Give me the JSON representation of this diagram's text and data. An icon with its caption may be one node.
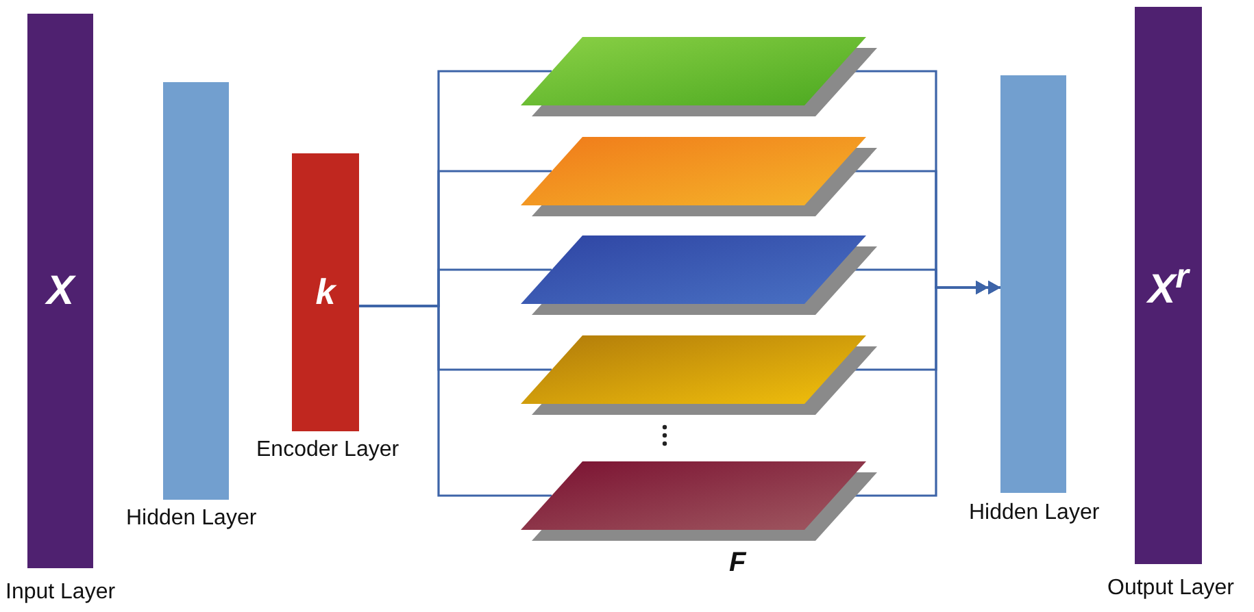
{
  "diagram": {
    "nodes": [
      {
        "text": [
          "X"
        ],
        "beside": [
          "Input Layer"
        ]
      },
      {
        "text": [],
        "shape": "bar",
        "beside": [
          "Hidden Layer"
        ]
      },
      {
        "text": [
          "k"
        ],
        "beside": [
          "Encoder Layer"
        ]
      },
      {
        "text": [],
        "shape": "parallelogram"
      },
      {
        "text": [],
        "shape": "parallelogram"
      },
      {
        "text": [],
        "shape": "parallelogram"
      },
      {
        "text": [],
        "shape": "parallelogram"
      },
      {
        "text": [],
        "shape": "parallelogram"
      },
      {
        "text": [],
        "shape": "bar",
        "beside": [
          "Hidden Layer"
        ]
      },
      {
        "text": [
          "X$^{r}$"
        ],
        "beside": [
          "Output Layer"
        ]
      }
    ],
    "edges": [
      {
        "from": 2,
        "to": 3,
        "arrow": "none"
      },
      {
        "from": 2,
        "to": 4,
        "arrow": "none"
      },
      {
        "from": 2,
        "to": 5,
        "arrow": "none"
      },
      {
        "from": 2,
        "to": 6,
        "arrow": "none"
      },
      {
        "from": 2,
        "to": 7,
        "arrow": "none"
      },
      {
        "from": 3,
        "to": 8,
        "arrow": "to"
      },
      {
        "from": 4,
        "to": 8,
        "arrow": "to"
      },
      {
        "from": 5,
        "to": 8,
        "arrow": "to"
      },
      {
        "from": 6,
        "to": 8,
        "arrow": "to"
      },
      {
        "from": 7,
        "to": 8,
        "arrow": "to"
      }
    ],
    "labels": [
      "F"
    ]
  }
}
